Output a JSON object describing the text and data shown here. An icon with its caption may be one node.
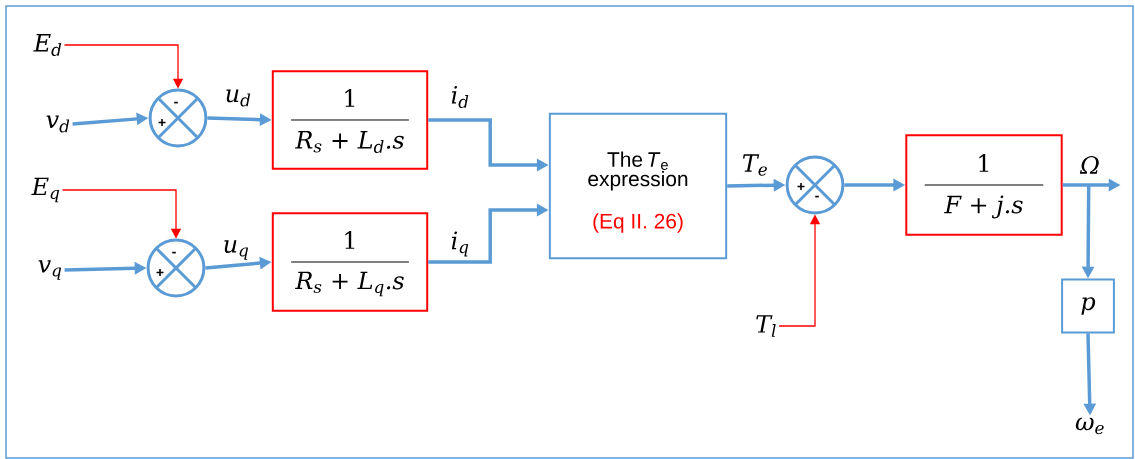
{
  "diagram": {
    "nodes": [
      {
        "text": [
          "E$_{d}$"
        ]
      },
      {
        "text": [
          "v$_{d}$"
        ]
      },
      {
        "text": [
          "-",
          "+"
        ]
      },
      {
        "text": [
          "1",
          "R$_{s}$ + L$_{d}$.s"
        ]
      },
      {
        "text": [
          "E$_{q}$"
        ]
      },
      {
        "text": [
          "v$_{q}$"
        ]
      },
      {
        "text": [
          "-",
          "+"
        ]
      },
      {
        "text": [
          "1",
          "R$_{s}$ + L$_{q}$.s"
        ]
      },
      {
        "text": [
          "The *T*$_{e}$ expression",
          "(Eq II. 26)"
        ]
      },
      {
        "text": [
          "+",
          "-"
        ]
      },
      {
        "text": [
          "1",
          "F + j.s"
        ]
      },
      {
        "text": [
          "T$_{l}$"
        ]
      },
      {
        "text": [
          "p"
        ]
      },
      {
        "text": [
          "ω$_{e}$"
        ]
      }
    ],
    "edges": [
      {
        "from": 0,
        "to": 2,
        "arrow": "to",
        "color": "#ff0000"
      },
      {
        "from": 1,
        "to": 2,
        "arrow": "to"
      },
      {
        "from": 2,
        "to": 3,
        "arrow": "to",
        "label": "u$_{d}$"
      },
      {
        "from": 3,
        "to": 8,
        "arrow": "to",
        "label": "i$_{d}$"
      },
      {
        "from": 4,
        "to": 6,
        "arrow": "to",
        "color": "#ff0000"
      },
      {
        "from": 5,
        "to": 6,
        "arrow": "to"
      },
      {
        "from": 6,
        "to": 7,
        "arrow": "to",
        "label": "u$_{q}$"
      },
      {
        "from": 7,
        "to": 8,
        "arrow": "to",
        "label": "i$_{q}$"
      },
      {
        "from": 8,
        "to": 9,
        "arrow": "to",
        "label": "T$_{e}$"
      },
      {
        "from": 11,
        "to": 9,
        "arrow": "to",
        "color": "#ff0000"
      },
      {
        "from": 9,
        "to": 10,
        "arrow": "to"
      },
      {
        "from": 10,
        "to": null,
        "arrow": "to",
        "label": "Ω"
      },
      {
        "from": 10,
        "to": 12,
        "arrow": "to"
      },
      {
        "from": 12,
        "to": 13,
        "arrow": "to"
      }
    ]
  }
}
